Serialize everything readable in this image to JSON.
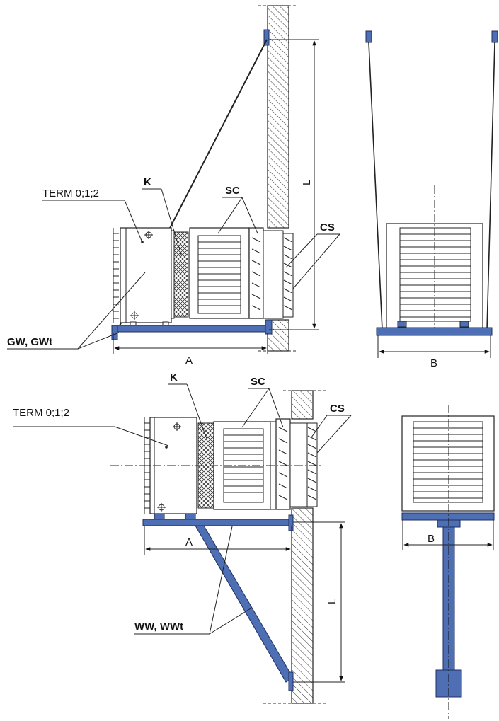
{
  "colors": {
    "steel": "#4f6fb5",
    "steel_stroke": "#1e2f5e",
    "line": "#222222",
    "paper": "#ffffff"
  },
  "top_view": {
    "term_label": "TERM 0;1;2",
    "k_label": "K",
    "sc_label": "SC",
    "cs_label": "CS",
    "support_label": "GW, GWt",
    "dim_a": "A",
    "dim_l": "L",
    "dim_b": "B"
  },
  "bottom_view": {
    "term_label": "TERM 0;1;2",
    "k_label": "K",
    "sc_label": "SC",
    "cs_label": "CS",
    "support_label": "WW, WWt",
    "dim_a": "A",
    "dim_l": "L",
    "dim_b": "B"
  }
}
